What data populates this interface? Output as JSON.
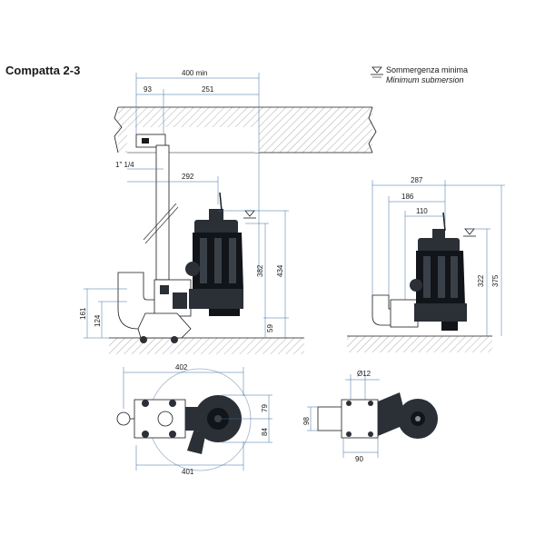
{
  "title": "Compatta 2-3",
  "legend": {
    "label_it": "Sommergenza minima",
    "label_en": "Minimum submersion",
    "icon": "submersion-triangle-icon"
  },
  "colors": {
    "line": "#1a1a1a",
    "dim_line": "#3a6ea5",
    "hatch": "#555555",
    "pump_body": "#2b2f36",
    "pump_dark": "#111418",
    "pipe": "#ffffff",
    "circle": "#9fb3c8"
  },
  "dimensions": {
    "main": {
      "d400": "400 min",
      "d93": "93",
      "d251": "251",
      "d114": "1\" 1/4",
      "d292": "292",
      "d382": "382",
      "d434": "434",
      "d59": "59",
      "d161": "161",
      "d124": "124"
    },
    "side": {
      "d287": "287",
      "d186": "186",
      "d110": "110",
      "d322": "322",
      "d375": "375"
    },
    "plan": {
      "d402": "402",
      "d401": "401",
      "d79": "79",
      "d84": "84"
    },
    "detail": {
      "d12": "Ø12",
      "d98": "98",
      "d90": "90"
    }
  }
}
